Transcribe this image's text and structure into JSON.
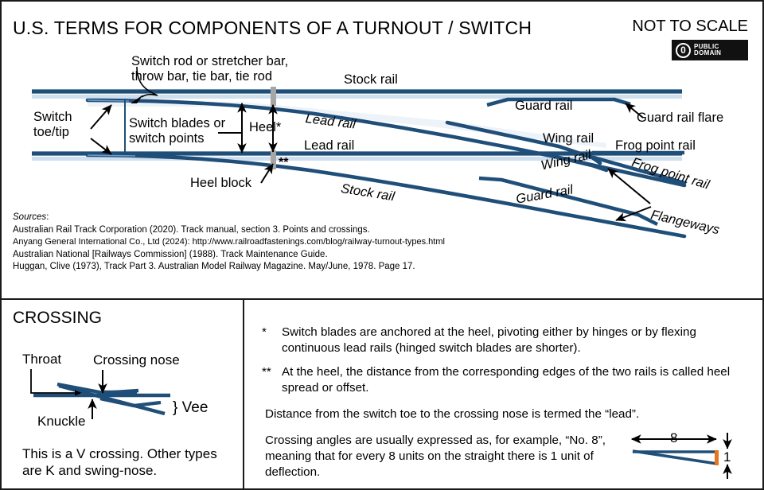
{
  "header": {
    "title": "U.S. TERMS FOR COMPONENTS OF A TURNOUT / SWITCH",
    "not_to_scale": "NOT TO SCALE",
    "badge": {
      "symbol": "0",
      "line1": "PUBLIC",
      "line2": "DOMAIN"
    }
  },
  "diagram": {
    "labels": {
      "switch_rod": "Switch rod or stretcher bar,\nthrow bar, tie bar, tie rod",
      "stock_rail_top": "Stock rail",
      "switch_toe": "Switch\ntoe/tip",
      "switch_blades": "Switch blades or\nswitch points",
      "heel": "Heel*",
      "heel_block": "Heel block",
      "double_asterisk": "**",
      "lead_rail_1": "Lead rail",
      "lead_rail_2": "Lead rail",
      "stock_rail_bottom": "Stock rail",
      "guard_rail_top": "Guard rail",
      "guard_rail_flare": "Guard rail flare",
      "wing_rail_top": "Wing rail",
      "wing_rail_bottom": "Wing rail",
      "frog_point_rail_1": "Frog point rail",
      "frog_point_rail_2": "Frog point rail",
      "guard_rail_bottom": "Guard rail",
      "flangeways": "Flangeways"
    }
  },
  "sources": {
    "heading": "Sources",
    "heading_colon": ":",
    "entries": [
      "Australian Rail Track Corporation (2020). Track manual, section 3. Points and crossings.",
      "Anyang General International Co., Ltd (2024): http://www.railroadfastenings.com/blog/railway-turnout-types.html",
      "Australian National [Railways Commission] (1988). Track Maintenance Guide.",
      "Huggan, Clive (1973), Track Part 3. Australian Model Railway Magazine. May/June, 1978. Page 17."
    ]
  },
  "crossing_panel": {
    "title": "CROSSING",
    "labels": {
      "throat": "Throat",
      "crossing_nose": "Crossing nose",
      "knuckle": "Knuckle",
      "vee": "} Vee"
    },
    "note": "This is a V crossing. Other types\nare K and swing-nose."
  },
  "notes_panel": {
    "items": [
      {
        "marker": "*",
        "text": "Switch blades are anchored at the heel, pivoting either by hinges or\nby flexing continuous lead rails (hinged switch blades are shorter)."
      },
      {
        "marker": "**",
        "text": "At the heel, the distance from the corresponding edges of the two\nrails is called heel spread or offset."
      },
      {
        "marker": "",
        "text": "Distance from the switch toe to the crossing nose is termed the “lead”."
      },
      {
        "marker": "",
        "text": "Crossing angles are usually expressed as, for example,\n“No. 8”, meaning that for every 8 units on the straight\nthere is 1 unit of deflection."
      }
    ],
    "ratio_diagram": {
      "run_label": "8",
      "rise_label": "1"
    }
  },
  "colors": {
    "rail_dark": "#1F4E79",
    "rail_mid": "#2E6CA4",
    "rail_light": "#A8C6E0",
    "orange": "#E8741C",
    "ink": "#000000",
    "border": "#1a1a1a"
  }
}
